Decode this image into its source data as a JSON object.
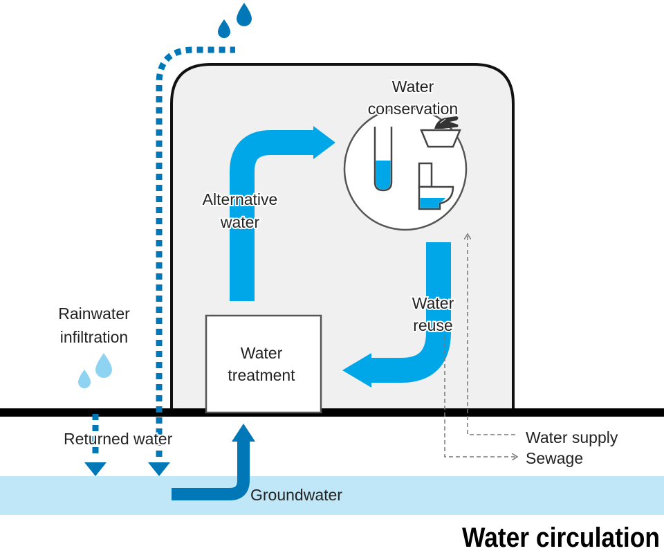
{
  "title": "Water circulation",
  "labels": {
    "water_conservation_1": "Water",
    "water_conservation_2": "conservation",
    "alternative_water_1": "Alternative",
    "alternative_water_2": "water",
    "water_reuse_1": "Water",
    "water_reuse_2": "reuse",
    "rainwater_1": "Rainwater",
    "rainwater_2": "infiltration",
    "water_treatment_1": "Water",
    "water_treatment_2": "treatment",
    "returned_water": "Returned water",
    "water_supply": "Water supply",
    "sewage": "Sewage",
    "groundwater": "Groundwater"
  },
  "colors": {
    "water_blue": "#00a7e8",
    "dark_blue": "#0078b8",
    "rain_blue": "#8fd3f2",
    "groundwater": "#c0e7f7",
    "building_fill": "#f0f0f0",
    "ground_line": "#000000"
  },
  "icons": [
    "raindrop-icon",
    "test-tube-icon",
    "hand-washing-icon",
    "toilet-icon"
  ]
}
